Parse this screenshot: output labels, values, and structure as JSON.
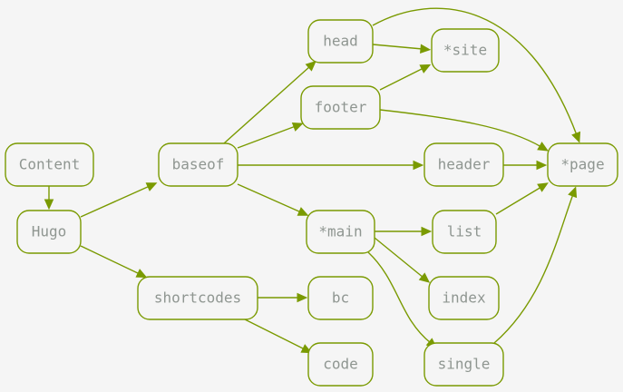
{
  "diagram": {
    "edge_color": "#7a9a01",
    "text_color": "#8f9691",
    "background_color": "#f5f5f5",
    "nodes": [
      {
        "id": "content",
        "label": "Content"
      },
      {
        "id": "hugo",
        "label": "Hugo"
      },
      {
        "id": "baseof",
        "label": "baseof"
      },
      {
        "id": "shortcodes",
        "label": "shortcodes"
      },
      {
        "id": "head",
        "label": "head"
      },
      {
        "id": "footer",
        "label": "footer"
      },
      {
        "id": "site",
        "label": "*site"
      },
      {
        "id": "header",
        "label": "header"
      },
      {
        "id": "main",
        "label": "*main"
      },
      {
        "id": "page",
        "label": "*page"
      },
      {
        "id": "list",
        "label": "list"
      },
      {
        "id": "index",
        "label": "index"
      },
      {
        "id": "single",
        "label": "single"
      },
      {
        "id": "bc",
        "label": "bc"
      },
      {
        "id": "code",
        "label": "code"
      }
    ],
    "edges": [
      {
        "from": "content",
        "to": "hugo"
      },
      {
        "from": "hugo",
        "to": "baseof"
      },
      {
        "from": "hugo",
        "to": "shortcodes"
      },
      {
        "from": "baseof",
        "to": "head"
      },
      {
        "from": "baseof",
        "to": "footer"
      },
      {
        "from": "baseof",
        "to": "header"
      },
      {
        "from": "baseof",
        "to": "main"
      },
      {
        "from": "head",
        "to": "site"
      },
      {
        "from": "head",
        "to": "page"
      },
      {
        "from": "footer",
        "to": "site"
      },
      {
        "from": "footer",
        "to": "page"
      },
      {
        "from": "header",
        "to": "page"
      },
      {
        "from": "main",
        "to": "list"
      },
      {
        "from": "main",
        "to": "index"
      },
      {
        "from": "main",
        "to": "single"
      },
      {
        "from": "list",
        "to": "page"
      },
      {
        "from": "single",
        "to": "page"
      },
      {
        "from": "shortcodes",
        "to": "bc"
      },
      {
        "from": "shortcodes",
        "to": "code"
      }
    ]
  }
}
